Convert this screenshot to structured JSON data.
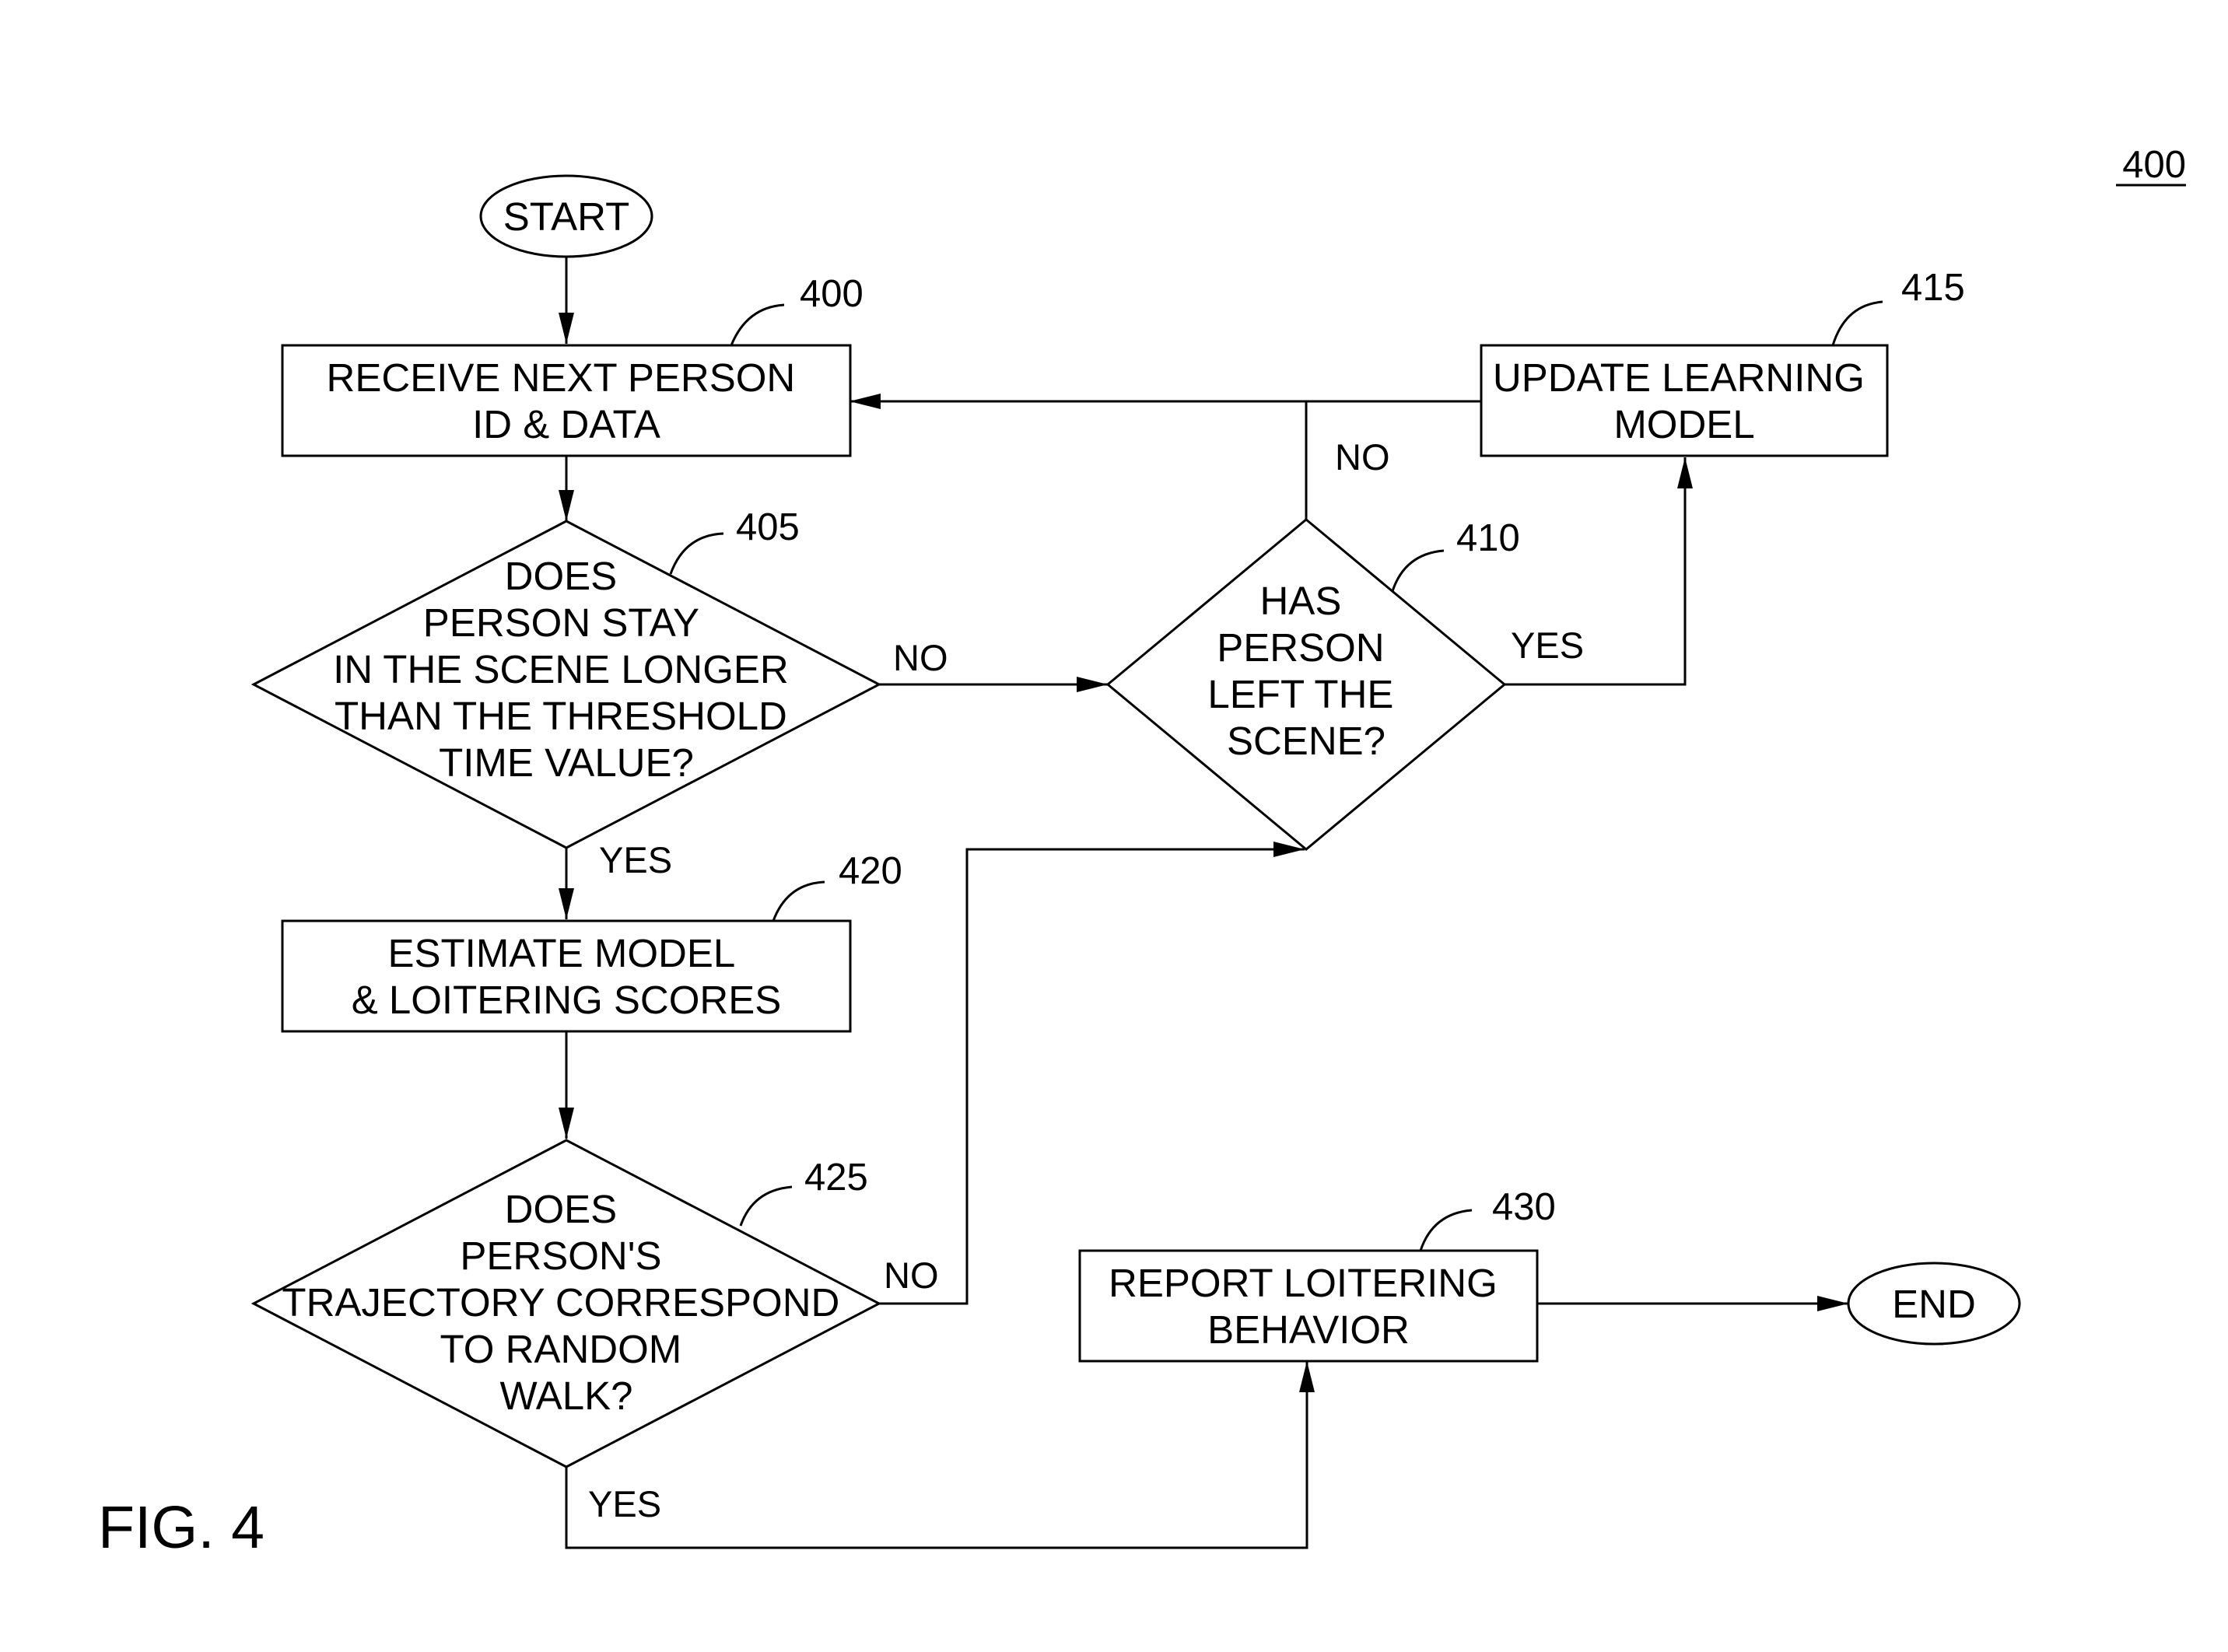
{
  "figure": {
    "label": "FIG. 4",
    "number": "400"
  },
  "nodes": {
    "start": {
      "lines": [
        "START"
      ]
    },
    "receive": {
      "ref": "400",
      "lines": [
        "RECEIVE NEXT PERSON",
        "ID & DATA"
      ]
    },
    "stay": {
      "ref": "405",
      "lines": [
        "DOES",
        "PERSON STAY",
        "IN THE SCENE LONGER",
        "THAN THE THRESHOLD",
        "TIME VALUE?"
      ]
    },
    "left": {
      "ref": "410",
      "lines": [
        "HAS",
        "PERSON",
        "LEFT THE",
        "SCENE?"
      ]
    },
    "update": {
      "ref": "415",
      "lines": [
        "UPDATE LEARNING",
        "MODEL"
      ]
    },
    "estimate": {
      "ref": "420",
      "lines": [
        "ESTIMATE MODEL",
        "& LOITERING SCORES"
      ]
    },
    "trajectory": {
      "ref": "425",
      "lines": [
        "DOES",
        "PERSON'S",
        "TRAJECTORY CORRESPOND",
        "TO RANDOM",
        "WALK?"
      ]
    },
    "report": {
      "ref": "430",
      "lines": [
        "REPORT LOITERING",
        "BEHAVIOR"
      ]
    },
    "end": {
      "lines": [
        "END"
      ]
    }
  },
  "branches": {
    "stay_no": "NO",
    "stay_yes": "YES",
    "left_no": "NO",
    "left_yes": "YES",
    "trajectory_no": "NO",
    "trajectory_yes": "YES"
  }
}
